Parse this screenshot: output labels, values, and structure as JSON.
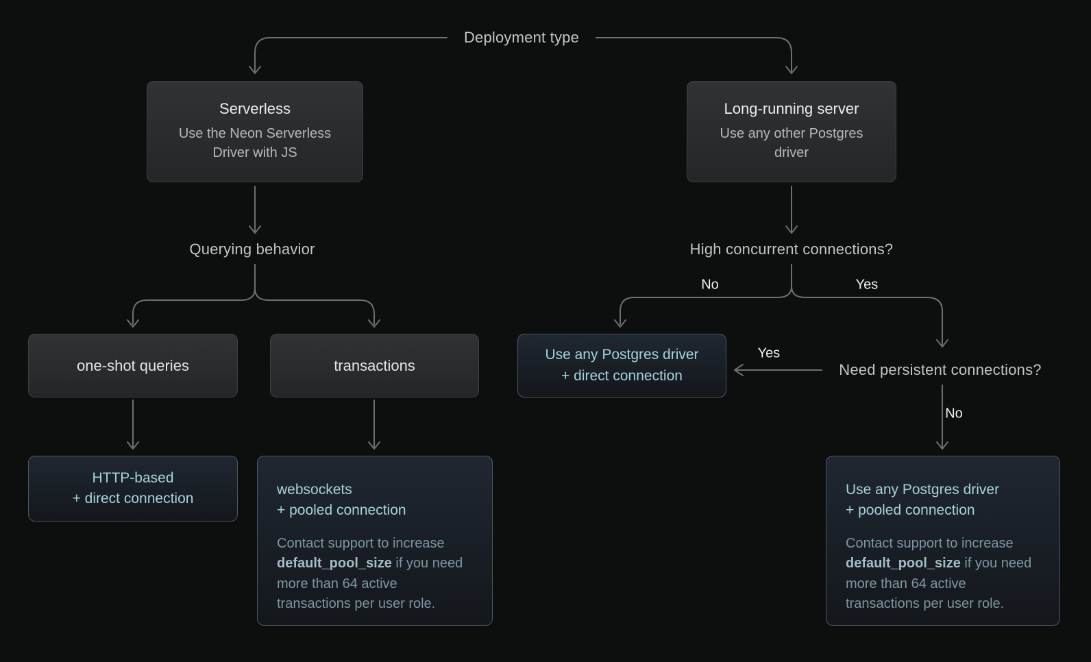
{
  "colors": {
    "background": "#0d0e0e",
    "line": "#6d7073",
    "accent_text": "#a4d4da",
    "muted_note": "#7d97a1",
    "highlight_border": "#4b5965"
  },
  "labels": {
    "deployment_type": "Deployment type",
    "querying_behavior": "Querying behavior",
    "high_concurrent": "High concurrent connections?",
    "need_persistent": "Need persistent connections?"
  },
  "edge_labels": {
    "hc_no": "No",
    "hc_yes": "Yes",
    "np_yes": "Yes",
    "np_no": "No"
  },
  "nodes": {
    "serverless": {
      "title": "Serverless",
      "subtitle": "Use the Neon Serverless\nDriver with JS"
    },
    "long_running": {
      "title": "Long-running server",
      "subtitle": "Use any other Postgres\ndriver"
    },
    "one_shot": {
      "label": "one-shot queries"
    },
    "transactions": {
      "label": "transactions"
    },
    "direct_connection": {
      "label": "Use any Postgres driver\n+ direct connection"
    },
    "http_based": {
      "label": "HTTP-based\n+ direct connection"
    },
    "websockets": {
      "label": "websockets\n+ pooled connection",
      "note_before": "Contact support to increase ",
      "note_bold": "default_pool_size",
      "note_after": " if you need more than 64 active transactions per user role."
    },
    "pooled_connection": {
      "label": "Use any Postgres driver\n+ pooled connection",
      "note_before": "Contact support to increase ",
      "note_bold": "default_pool_size",
      "note_after": " if you need more than 64 active transactions per user role."
    }
  }
}
